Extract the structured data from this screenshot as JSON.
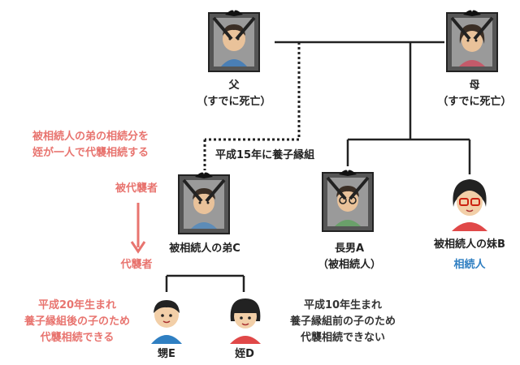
{
  "father": {
    "name": "父",
    "status": "（すでに死亡）"
  },
  "mother": {
    "name": "母",
    "status": "（すでに死亡）"
  },
  "adoption_label": "平成15年に養子縁組",
  "brother_c": {
    "name": "被相続人の弟C"
  },
  "eldest_a": {
    "name": "長男A",
    "role": "（被相続人）"
  },
  "sister_b": {
    "name": "被相続人の妹B",
    "role": "相続人"
  },
  "nephew_e": {
    "name": "甥E"
  },
  "niece_d": {
    "name": "姪D"
  },
  "left_note": {
    "line1": "被相続人の弟の相続分を",
    "line2": "姪が一人で代襲相続する"
  },
  "hidaishu": "被代襲者",
  "daishu": "代襲者",
  "nephew_note": {
    "line1": "平成20年生まれ",
    "line2": "養子縁組後の子のため",
    "line3": "代襲相続できる"
  },
  "niece_note": {
    "line1": "平成10年生まれ",
    "line2": "養子縁組前の子のため",
    "line3": "代襲相続できない"
  },
  "colors": {
    "accent_red": "#e8746f",
    "accent_blue": "#2f7fc2",
    "line": "#222222"
  }
}
